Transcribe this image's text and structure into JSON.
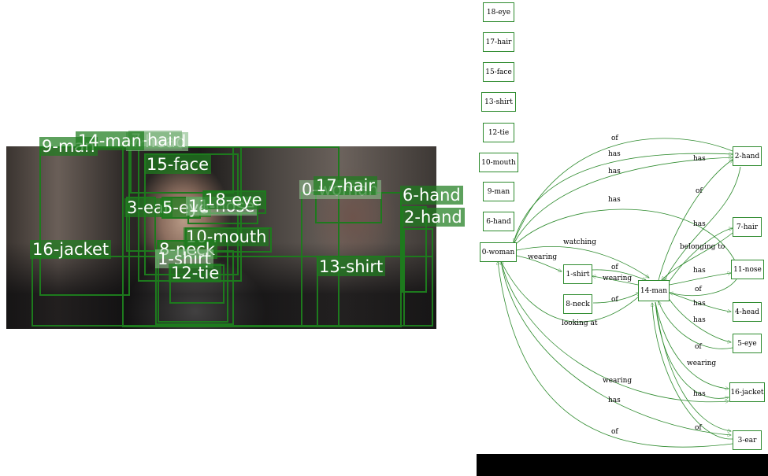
{
  "photo_labels": {
    "woman": "0-woman",
    "shirt1": "1-shirt",
    "hand2": "2-hand",
    "ear3": "3-ear",
    "head4": "4-head",
    "eye5": "5-eye",
    "hand6": "6-hand",
    "hair7": "7-hair",
    "neck8": "8-neck",
    "man9": "9-man",
    "mouth10": "10-mouth",
    "nose11": "11-nose",
    "tie12": "12-tie",
    "shirt13": "13-shirt",
    "man14": "14-man",
    "face15": "15-face",
    "jacket16": "16-jacket",
    "hair17": "17-hair",
    "eye18": "18-eye"
  },
  "nodes": {
    "n18": "18-eye",
    "n17": "17-hair",
    "n15": "15-face",
    "n13": "13-shirt",
    "n12": "12-tie",
    "n10": "10-mouth",
    "n9": "9-man",
    "n6": "6-hand",
    "n0": "0-woman",
    "n1": "1-shirt",
    "n8": "8-neck",
    "n14": "14-man",
    "n2": "2-hand",
    "n7": "7-hair",
    "n11": "11-nose",
    "n4": "4-head",
    "n5": "5-eye",
    "n16": "16-jacket",
    "n3": "3-ear"
  },
  "edge_labels": {
    "e_of_hand_woman": "of",
    "e_has_woman_hand_a": "has",
    "e_has_woman_hand_b": "has",
    "e_has_woman_nose": "has",
    "e_watching": "watching",
    "e_wearing_woman_shirt": "wearing",
    "e_of_shirt_man": "of",
    "e_wearing_man_shirt": "wearing",
    "e_of_neck_man": "of",
    "e_looking_at": "looking at",
    "e_has_man_hand": "has",
    "e_of_hand_man": "of",
    "e_has_man_hair": "has",
    "e_belonging_to": "belonging to",
    "e_has_man_nose": "has",
    "e_of_nose_man": "of",
    "e_has_man_head": "has",
    "e_has_man_eye": "has",
    "e_of_eye_man": "of",
    "e_wearing_man_jacket": "wearing",
    "e_has_man_jacket": "has",
    "e_of_ear_man": "of",
    "e_wearing_woman_jacket": "wearing",
    "e_has_woman_ear": "has",
    "e_of_ear_woman": "of"
  }
}
